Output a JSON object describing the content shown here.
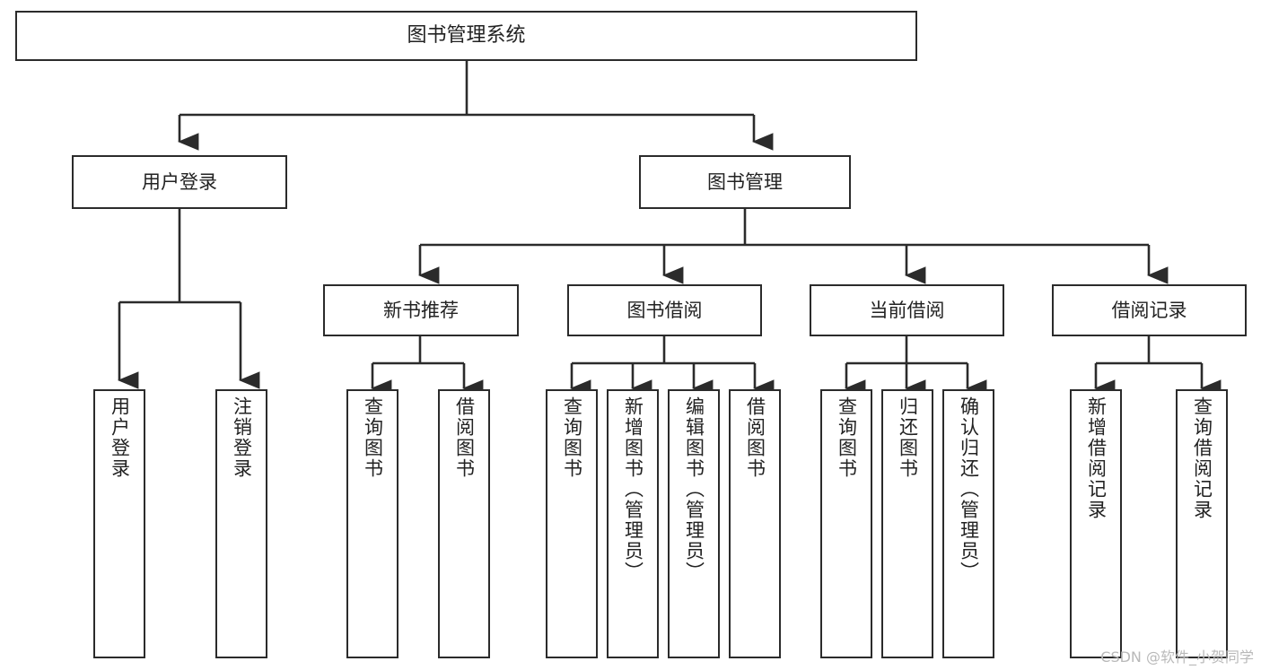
{
  "diagram": {
    "title": "图书管理系统",
    "watermark": "CSDN @软件_小贺同学",
    "line_color": "#2b2b2b",
    "box_fill": "#ffffff",
    "text_color": "#222222",
    "watermark_color": "#b9b9b9"
  },
  "root": {
    "label": "图书管理系统"
  },
  "level2": [
    {
      "label": "用户登录"
    },
    {
      "label": "图书管理"
    }
  ],
  "level3": [
    {
      "label": "新书推荐"
    },
    {
      "label": "图书借阅"
    },
    {
      "label": "当前借阅"
    },
    {
      "label": "借阅记录"
    }
  ],
  "leaves": {
    "user_login": [
      {
        "label": "用户登录"
      },
      {
        "label": "注销登录"
      }
    ],
    "new_book": [
      {
        "label": "查询图书"
      },
      {
        "label": "借阅图书"
      }
    ],
    "book_borrow": [
      {
        "label": "查询图书"
      },
      {
        "label": "新增图书（管理员）"
      },
      {
        "label": "编辑图书（管理员）"
      },
      {
        "label": "借阅图书"
      }
    ],
    "current_borrow": [
      {
        "label": "查询图书"
      },
      {
        "label": "归还图书"
      },
      {
        "label": "确认归还（管理员）"
      }
    ],
    "borrow_record": [
      {
        "label": "新增借阅记录"
      },
      {
        "label": "查询借阅记录"
      }
    ]
  }
}
